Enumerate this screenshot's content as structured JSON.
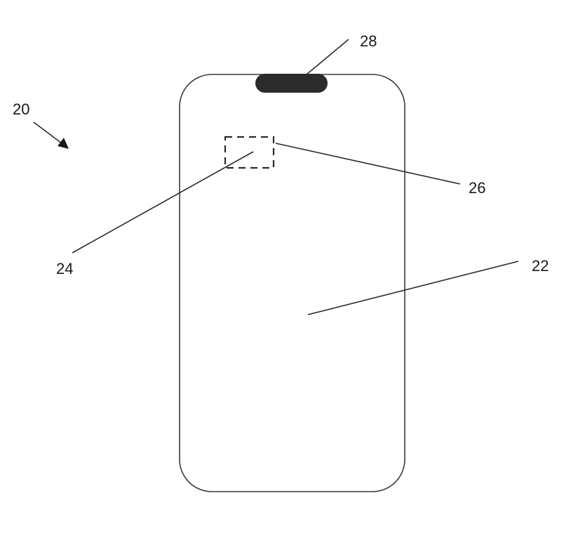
{
  "figure": {
    "labels": {
      "device": "20",
      "display": "22",
      "sensor_zone": "24",
      "sensor_region": "26",
      "notch": "28"
    }
  }
}
